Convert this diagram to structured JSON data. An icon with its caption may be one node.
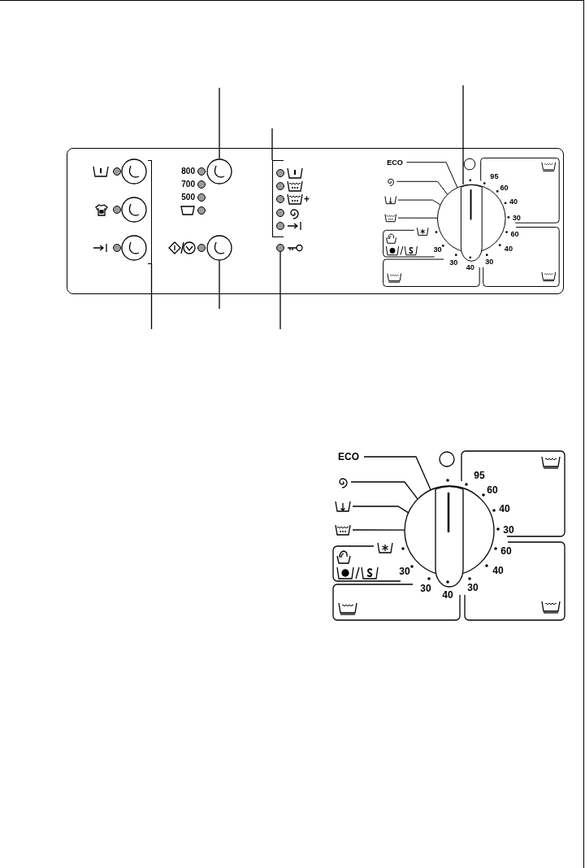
{
  "diagram": {
    "nodes": [
      {
        "text": [],
        "shape": "box"
      },
      {
        "text": [],
        "shape": "circle"
      },
      {
        "text": [],
        "shape": "box"
      },
      {
        "text": [],
        "shape": "circle",
        "beside": [
          "95",
          "60",
          "40",
          "30",
          "60",
          "40",
          "30",
          "30",
          "40",
          "30"
        ]
      },
      {
        "text": [],
        "shape": "circle"
      },
      {
        "text": [],
        "shape": "circle"
      },
      {
        "text": [
          "ECO"
        ]
      },
      {
        "text": [],
        "shape": "picture"
      },
      {
        "text": [],
        "shape": "picture"
      },
      {
        "text": [],
        "shape": "picture"
      },
      {
        "text": [
          "ECO"
        ]
      },
      {
        "text": [],
        "shape": "picture"
      },
      {
        "text": [],
        "shape": "picture"
      },
      {
        "text": [],
        "shape": "picture"
      },
      {
        "text": [],
        "shape": "circle",
        "beside": [
          "95",
          "60",
          "40",
          "30",
          "60",
          "40",
          "30",
          "30",
          "40",
          "30"
        ]
      },
      {
        "text": [],
        "shape": "circle"
      },
      {
        "text": [],
        "shape": "circle"
      },
      {
        "text": [],
        "shape": "circle"
      }
    ],
    "edges": [
      {
        "from": null,
        "to": 0,
        "arrow": "none"
      },
      {
        "from": null,
        "to": 1,
        "arrow": "none"
      },
      {
        "from": null,
        "to": 2,
        "arrow": "none"
      },
      {
        "from": null,
        "to": 3,
        "arrow": "none"
      },
      {
        "from": null,
        "to": 4,
        "arrow": "none"
      },
      {
        "from": null,
        "to": 5,
        "arrow": "none"
      },
      {
        "from": 6,
        "to": 3,
        "arrow": "none"
      },
      {
        "from": 7,
        "to": 3,
        "arrow": "none"
      },
      {
        "from": 8,
        "to": 3,
        "arrow": "none"
      },
      {
        "from": 9,
        "to": 3,
        "arrow": "none"
      },
      {
        "from": 10,
        "to": 14,
        "arrow": "none"
      },
      {
        "from": 11,
        "to": 14,
        "arrow": "none"
      },
      {
        "from": 12,
        "to": 14,
        "arrow": "none"
      },
      {
        "from": 13,
        "to": 14,
        "arrow": "none"
      }
    ],
    "labels": [
      "800",
      "700",
      "500",
      "+"
    ]
  }
}
